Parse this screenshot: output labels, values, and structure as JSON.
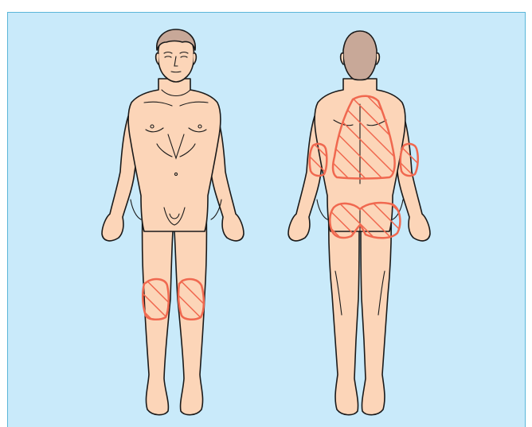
{
  "figure": {
    "background_color": "#c9eafa",
    "border_color": "#5bb6d8",
    "skin_color": "#fcd5b8",
    "hair_color": "#c8a898",
    "outline_color": "#1a1a1a",
    "highlight_color": "#f0684f"
  },
  "views": [
    {
      "id": "front",
      "highlighted_regions": [
        "left-knee",
        "right-knee"
      ]
    },
    {
      "id": "back",
      "highlighted_regions": [
        "upper-back",
        "left-elbow",
        "right-elbow",
        "buttocks"
      ]
    }
  ]
}
